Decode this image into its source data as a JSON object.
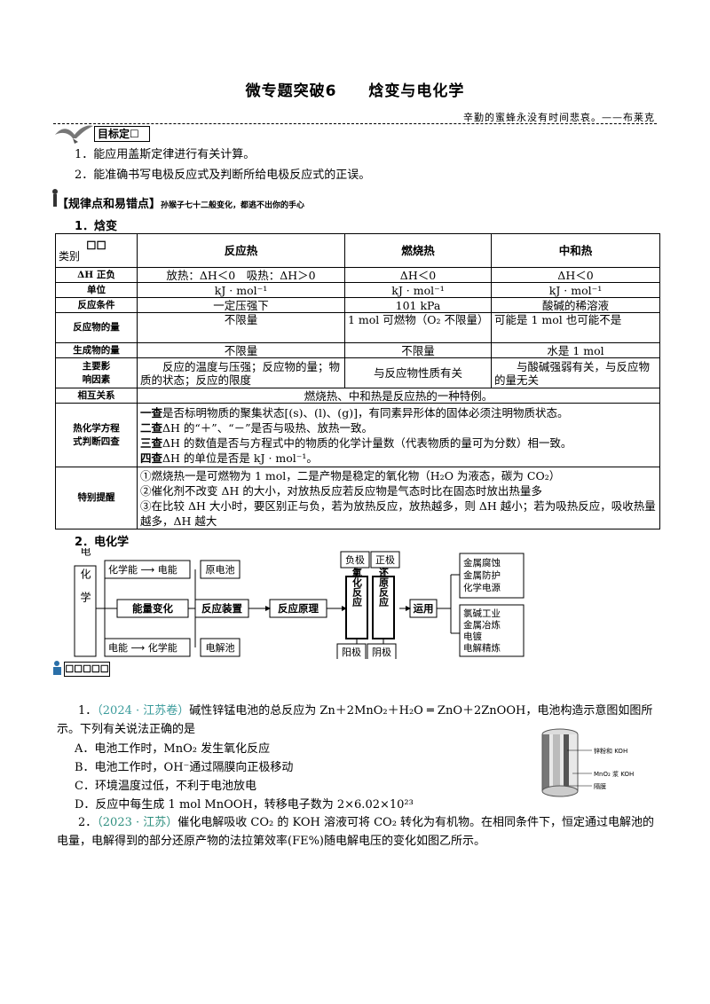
{
  "header": {
    "title": "微专题突破6　　焓变与电化学",
    "motto": "辛勤的蜜蜂永没有时间悲哀。——布莱克"
  },
  "goals": {
    "box_label": "目标定☐",
    "items": [
      "1．能应用盖斯定律进行有关计算。",
      "2．能准确书写电极反应式及判断所给电极反应式的正误。"
    ]
  },
  "rules": {
    "heading": "【规律点和易错点】",
    "subheading": "孙猴子七十二般变化，都逃不出你的手心"
  },
  "section1": {
    "heading": "1．焓变",
    "corner_top": "☐☐",
    "corner_bottom": "类别",
    "columns": [
      "反应热",
      "燃烧热",
      "中和热"
    ],
    "rows": [
      {
        "label": "ΔH 正负",
        "cells": [
          "放热：ΔH＜0　吸热：ΔH＞0",
          "ΔH＜0",
          "ΔH＜0"
        ]
      },
      {
        "label": "单位",
        "cells": [
          "kJ · mol⁻¹",
          "kJ · mol⁻¹",
          "kJ · mol⁻¹"
        ]
      },
      {
        "label": "反应条件",
        "cells": [
          "一定压强下",
          "101 kPa",
          "酸碱的稀溶液"
        ]
      },
      {
        "label": "反应物的量",
        "cells": [
          "不限量",
          "1 mol 可燃物（O₂ 不限量）",
          "可能是 1 mol 也可能不是"
        ]
      },
      {
        "label": "生成物的量",
        "cells": [
          "不限量",
          "不限量",
          "水是 1 mol"
        ]
      },
      {
        "label_l1": "主要影",
        "label_l2": "响因素",
        "cells": [
          "反应的温度与压强；反应物的量；物质的状态；反应的限度",
          "与反应物性质有关",
          "与酸碱强弱有关，与反应物的量无关"
        ]
      },
      {
        "label": "相互关系",
        "merged": "燃烧热、中和热是反应热的一种特例。"
      }
    ],
    "check_label_l1": "热化学方程",
    "check_label_l2": "式判断四查",
    "checks": [
      {
        "key": "一查",
        "text": "是否标明物质的聚集状态[(s)、(l)、(g)]，有同素异形体的固体必须注明物质状态。"
      },
      {
        "key": "二查",
        "text": "ΔH 的“＋”、“－”是否与吸热、放热一致。"
      },
      {
        "key": "三查",
        "text": "ΔH 的数值是否与方程式中的物质的化学计量数（代表物质的量可为分数）相一致。"
      },
      {
        "key": "四查",
        "text": "ΔH 的单位是否是 kJ · mol⁻¹。"
      }
    ],
    "tips_label": "特别提醒",
    "tips": [
      "①燃烧热一是可燃物为 1 mol，二是产物是稳定的氧化物（H₂O 为液态，碳为 CO₂）",
      "②催化剂不改变 ΔH 的大小，对放热反应若反应物是气态时比在固态时放出热量多",
      "③在比较 ΔH 大小时，要区别正与负，若为放热反应，放热越多，则 ΔH 越小；若为吸热反应，吸收热量越多，ΔH 越大"
    ]
  },
  "section2": {
    "heading": "2．电化学",
    "diagram": {
      "root": "电化学",
      "chem_to_elec": "化学能 ⟶ 电能",
      "elec_to_chem": "电能 ⟶ 化学能",
      "energy_change": "能量变化",
      "device": "反应装置",
      "primary_cell": "原电池",
      "electrolytic_cell": "电解池",
      "principle": "反应原理",
      "negative": "负极",
      "positive": "正极",
      "oxidation": "氧化反应",
      "reduction": "还原反应",
      "anode": "阳极",
      "cathode": "阴极",
      "application": "运用",
      "app1": [
        "金属腐蚀",
        "金属防护",
        "化学电源"
      ],
      "app2": [
        "氯碱工业",
        "金属冶炼",
        "电镀",
        "电解精炼"
      ]
    }
  },
  "practice": {
    "box_label": "☐☐☐☐☐",
    "q1": {
      "num": "1．",
      "source": "（2024 · 江苏卷）",
      "stem": "碱性锌锰电池的总反应为 Zn＋2MnO₂＋H₂O ═ ZnO＋2ZnOOH，电池构造示意图如图所示。下列有关说法正确的是",
      "options": [
        "A．电池工作时，MnO₂ 发生氧化反应",
        "B．电池工作时，OH⁻通过隔膜向正极移动",
        "C．环境温度过低，不利于电池放电",
        "D．反应中每生成 1 mol MnOOH，转移电子数为 2×6.02×10²³"
      ],
      "figure_labels": [
        "锌粉和 KOH",
        "MnO₂ 浆 KOH",
        "隔膜"
      ]
    },
    "q2": {
      "num": "2．",
      "source": "（2023 · 江苏）",
      "stem": "催化电解吸收 CO₂ 的 KOH 溶液可将 CO₂ 转化为有机物。在相同条件下，恒定通过电解池的电量，电解得到的部分还原产物的法拉第效率(FE%)随电解电压的变化如图乙所示。"
    }
  }
}
